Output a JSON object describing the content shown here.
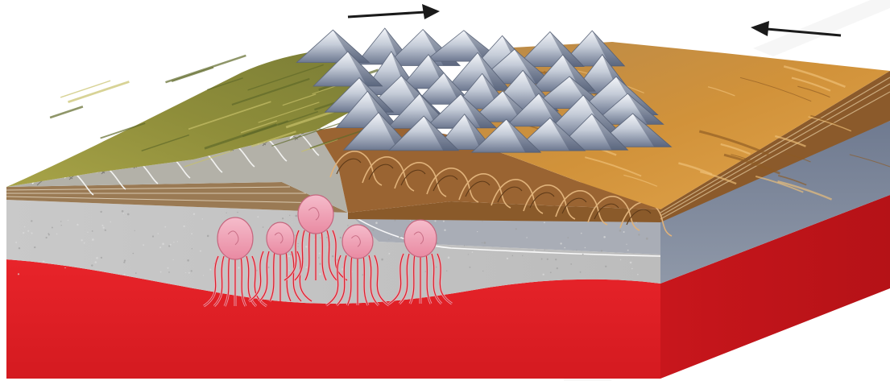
{
  "diagram": {
    "kind": "continent-continent collision block diagram",
    "text": [],
    "arrows": [
      {
        "name": "arrow-left-plate-motion",
        "direction": "right"
      },
      {
        "name": "arrow-right-plate-motion",
        "direction": "left"
      }
    ],
    "layers": [
      {
        "name": "left-continent-surface",
        "color": "#9a9a3c"
      },
      {
        "name": "right-continent-surface",
        "color": "#c98d3a"
      },
      {
        "name": "mountain-range",
        "color": "#b9c0cc"
      },
      {
        "name": "left-crust",
        "color": "#c4c4c4"
      },
      {
        "name": "right-crust",
        "color": "#7f8798"
      },
      {
        "name": "sedimentary-strata",
        "color": "#8a5a2a"
      },
      {
        "name": "mantle",
        "color": "#e11d24"
      },
      {
        "name": "magma-plutons",
        "color": "#f0a8b8"
      }
    ]
  }
}
